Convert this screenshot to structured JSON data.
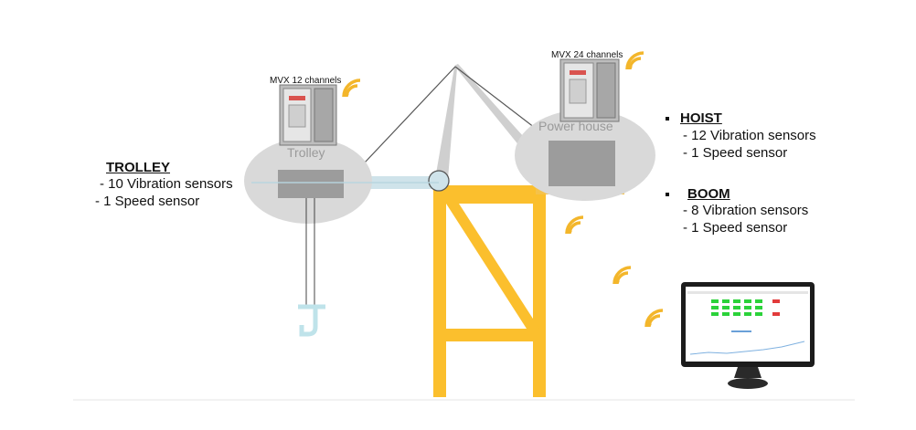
{
  "labels": {
    "mvx_left": "MVX 12 channels",
    "mvx_right": "MVX 24 channels",
    "trolley": "Trolley",
    "power_house": "Power house"
  },
  "trolley_block": {
    "title": "TROLLEY",
    "items": [
      "- 10 Vibration sensors",
      "- 1 Speed sensor"
    ]
  },
  "hoist_block": {
    "title": "HOIST",
    "items": [
      "-  12 Vibration sensors",
      "-  1 Speed sensor"
    ]
  },
  "boom_block": {
    "title": "BOOM",
    "items": [
      "-  8 Vibration sensors",
      "-  1 Speed sensor"
    ]
  },
  "colors": {
    "crane_yellow": "#fbbf2d",
    "wifi": "#f3b62b",
    "trolley_rail": "#cfe3ea",
    "bubble": "#d9d9d9",
    "box_grey": "#9c9c9c"
  },
  "icons": [
    "wifi-icon",
    "cabinet-icon",
    "hook-icon",
    "monitor-icon"
  ]
}
